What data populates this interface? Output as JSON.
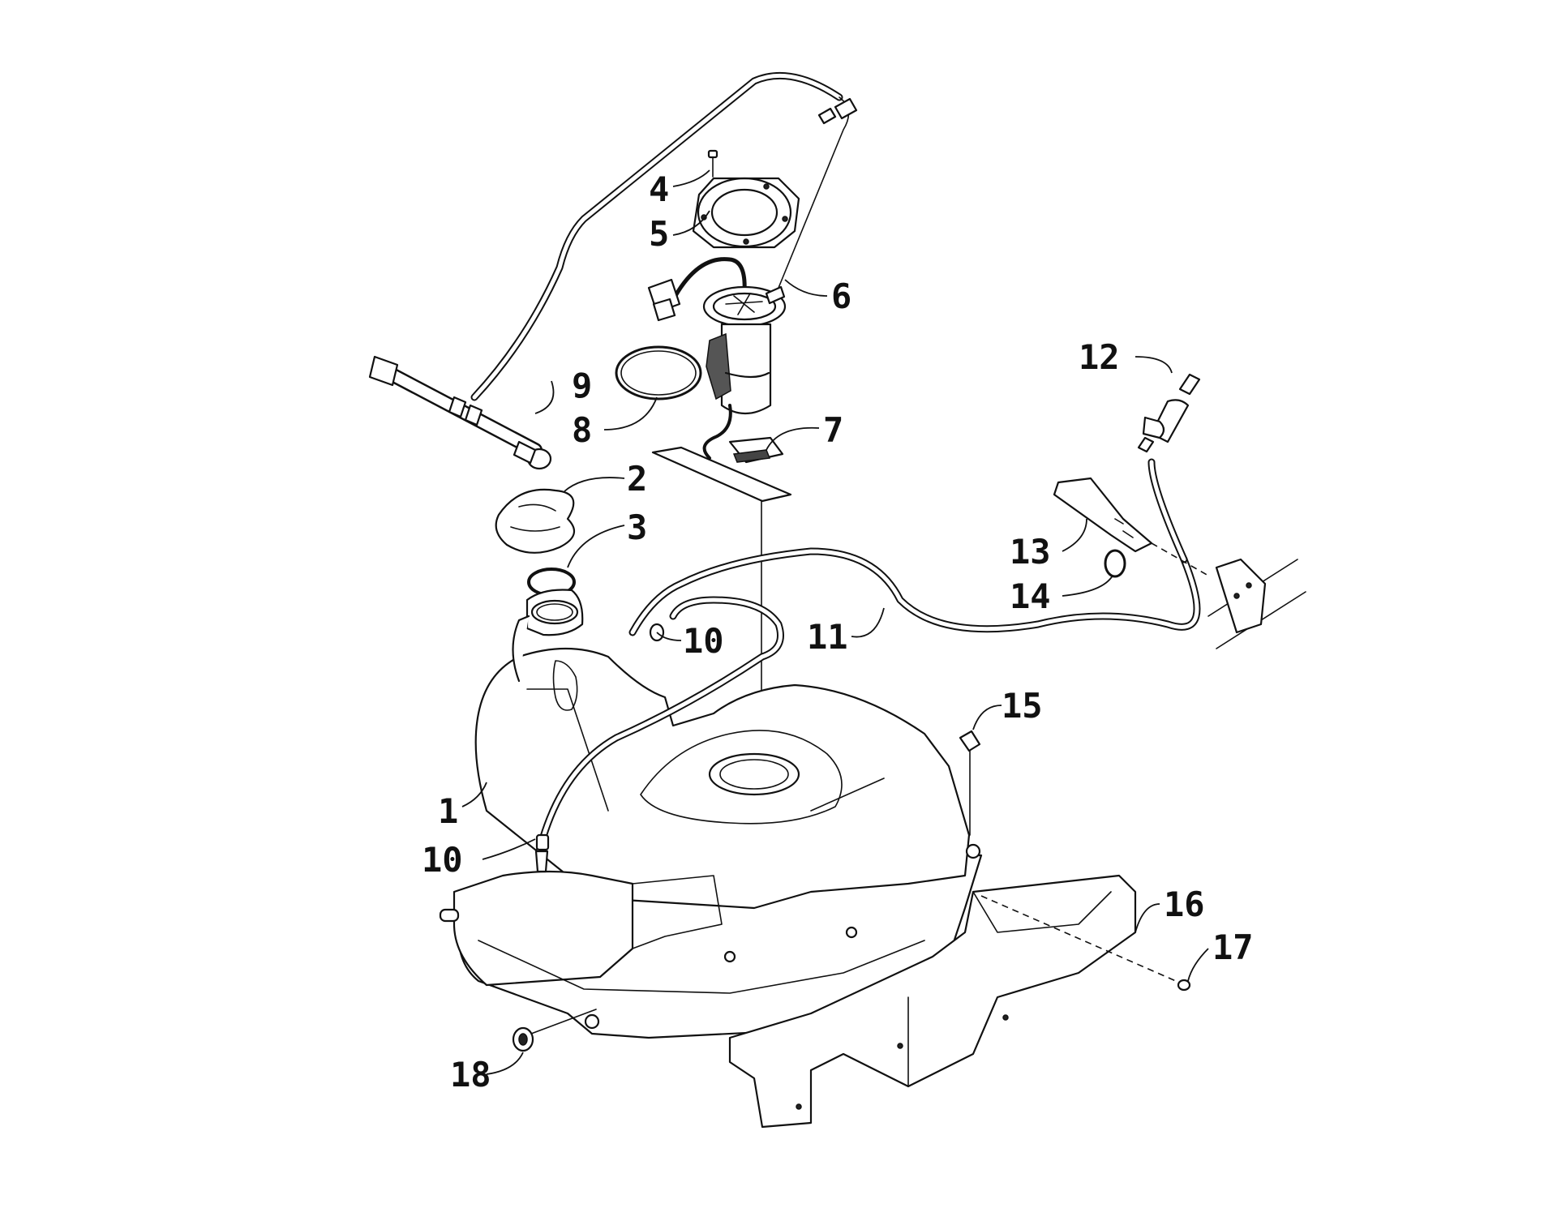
{
  "callouts": [
    {
      "id": "c1",
      "label": "1"
    },
    {
      "id": "c2",
      "label": "2"
    },
    {
      "id": "c3",
      "label": "3"
    },
    {
      "id": "c4",
      "label": "4"
    },
    {
      "id": "c5",
      "label": "5"
    },
    {
      "id": "c6",
      "label": "6"
    },
    {
      "id": "c7",
      "label": "7"
    },
    {
      "id": "c8",
      "label": "8"
    },
    {
      "id": "c9",
      "label": "9"
    },
    {
      "id": "c10a",
      "label": "10"
    },
    {
      "id": "c10b",
      "label": "10"
    },
    {
      "id": "c11",
      "label": "11"
    },
    {
      "id": "c12",
      "label": "12"
    },
    {
      "id": "c13",
      "label": "13"
    },
    {
      "id": "c14",
      "label": "14"
    },
    {
      "id": "c15",
      "label": "15"
    },
    {
      "id": "c16",
      "label": "16"
    },
    {
      "id": "c17",
      "label": "17"
    },
    {
      "id": "c18",
      "label": "18"
    }
  ]
}
